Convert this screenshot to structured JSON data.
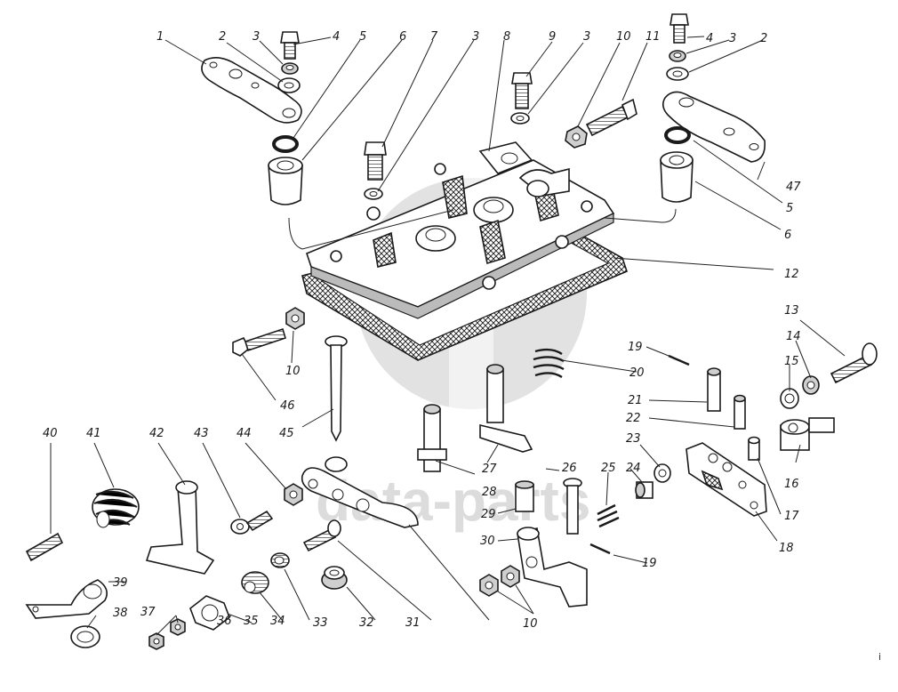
{
  "diagram": {
    "title": "Exploded view: plate assembly with levers, brackets and fasteners",
    "watermark": "data-parts",
    "colors": {
      "ink": "#1a1a1a",
      "watermark": "#dcdcdc",
      "background": "#ffffff"
    },
    "callouts": [
      {
        "id": "c1",
        "label": "1"
      },
      {
        "id": "c2",
        "label": "2"
      },
      {
        "id": "c3",
        "label": "3"
      },
      {
        "id": "c4",
        "label": "4"
      },
      {
        "id": "c5",
        "label": "5"
      },
      {
        "id": "c6",
        "label": "6"
      },
      {
        "id": "c7",
        "label": "7"
      },
      {
        "id": "c3b",
        "label": "3"
      },
      {
        "id": "c8",
        "label": "8"
      },
      {
        "id": "c9",
        "label": "9"
      },
      {
        "id": "c3c",
        "label": "3"
      },
      {
        "id": "c10",
        "label": "10"
      },
      {
        "id": "c11",
        "label": "11"
      },
      {
        "id": "c4b",
        "label": "4"
      },
      {
        "id": "c3d",
        "label": "3"
      },
      {
        "id": "c2b",
        "label": "2"
      },
      {
        "id": "c47",
        "label": "47"
      },
      {
        "id": "c5b",
        "label": "5"
      },
      {
        "id": "c6b",
        "label": "6"
      },
      {
        "id": "c12",
        "label": "12"
      },
      {
        "id": "c13",
        "label": "13"
      },
      {
        "id": "c14",
        "label": "14"
      },
      {
        "id": "c15",
        "label": "15"
      },
      {
        "id": "c16",
        "label": "16"
      },
      {
        "id": "c17",
        "label": "17"
      },
      {
        "id": "c18",
        "label": "18"
      },
      {
        "id": "c19",
        "label": "19"
      },
      {
        "id": "c20",
        "label": "20"
      },
      {
        "id": "c21",
        "label": "21"
      },
      {
        "id": "c22",
        "label": "22"
      },
      {
        "id": "c23",
        "label": "23"
      },
      {
        "id": "c24",
        "label": "24"
      },
      {
        "id": "c25",
        "label": "25"
      },
      {
        "id": "c26",
        "label": "26"
      },
      {
        "id": "c27",
        "label": "27"
      },
      {
        "id": "c28",
        "label": "28"
      },
      {
        "id": "c29",
        "label": "29"
      },
      {
        "id": "c30",
        "label": "30"
      },
      {
        "id": "c19b",
        "label": "19"
      },
      {
        "id": "c10b",
        "label": "10"
      },
      {
        "id": "c10c",
        "label": "10"
      },
      {
        "id": "c46",
        "label": "46"
      },
      {
        "id": "c45",
        "label": "45"
      },
      {
        "id": "c40",
        "label": "40"
      },
      {
        "id": "c41",
        "label": "41"
      },
      {
        "id": "c42",
        "label": "42"
      },
      {
        "id": "c43",
        "label": "43"
      },
      {
        "id": "c44",
        "label": "44"
      },
      {
        "id": "c39",
        "label": "39"
      },
      {
        "id": "c38",
        "label": "38"
      },
      {
        "id": "c37",
        "label": "37"
      },
      {
        "id": "c36",
        "label": "36"
      },
      {
        "id": "c35",
        "label": "35"
      },
      {
        "id": "c34",
        "label": "34"
      },
      {
        "id": "c33",
        "label": "33"
      },
      {
        "id": "c32",
        "label": "32"
      },
      {
        "id": "c31",
        "label": "31"
      }
    ],
    "corner_mark": "i"
  }
}
